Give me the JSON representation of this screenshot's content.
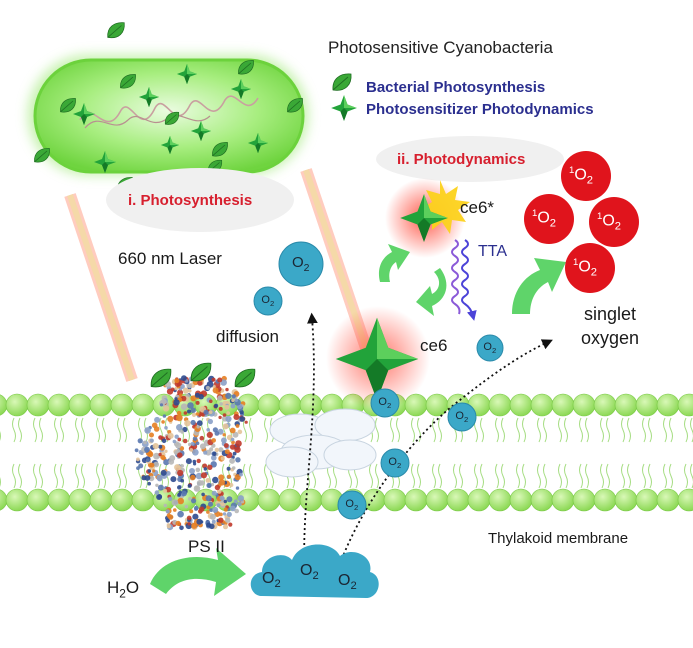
{
  "legend": {
    "title": "Photosensitive Cyanobacteria",
    "items": [
      {
        "label": "Bacterial Photosynthesis",
        "icon": "leaf-icon"
      },
      {
        "label": "Photosensitizer Photodynamics",
        "icon": "star-icon"
      }
    ]
  },
  "labels": {
    "photosynthesis": "i. Photosynthesis",
    "photodynamics": "ii. Photodynamics",
    "laser": "660 nm Laser",
    "diffusion": "diffusion",
    "ce6": "ce6",
    "ce6_excited": "ce6*",
    "tta": "TTA",
    "singlet_oxygen": [
      "singlet",
      "oxygen"
    ],
    "thylakoid": "Thylakoid membrane",
    "ps2": "PS II",
    "water_base": "H",
    "water_sub": "2",
    "water_tail": "O"
  },
  "molecule": {
    "base": "O",
    "sub": "2"
  },
  "singlet_molecule": {
    "sup": "1",
    "base": "O",
    "sub": "2"
  },
  "colors": {
    "bacterium": "#7be04a",
    "membrane": "#9ae05c",
    "oxygen": "#3ba8c8",
    "singlet": "#e0141c",
    "highlight_red": "#d71f2e",
    "legend_blue": "#2b2f8f",
    "arrow_green": "#5fd46a"
  }
}
